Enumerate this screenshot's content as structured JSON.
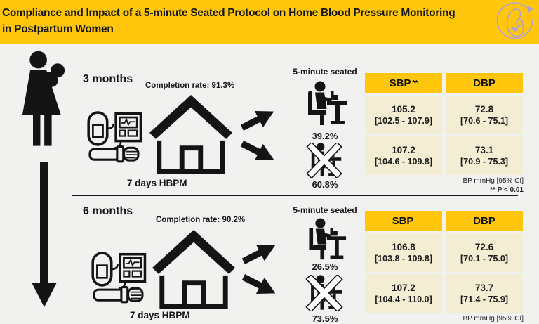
{
  "colors": {
    "accent_yellow": "#FFC60B",
    "cream": "#F2EDD3",
    "bg": "#F1F1F0",
    "ink": "#161616",
    "logo_lavender": "#B2A4CC"
  },
  "header": {
    "title_line1": "Compliance and Impact of a 5-minute Seated Protocol on Home Blood Pressure Monitoring",
    "title_line2": "in Postpartum Women"
  },
  "icons": {
    "logo": "mother-and-baby-circular-logo",
    "left_figure": "mother-holding-baby-silhouette",
    "timeline": "downward-arrow",
    "device": "blood-pressure-monitor",
    "home": "house-outline",
    "branch": "right-arrows",
    "seated": "person-seated-at-desk",
    "not_seated": "person-seated-crossed-out"
  },
  "sections": [
    {
      "timepoint": "3 months",
      "completion": "Completion rate: 91.3%",
      "hbpm": "7 days HBPM",
      "seated_title": "5-minute seated",
      "seated_pct": "39.2%",
      "not_seated_pct": "60.8%",
      "table": {
        "sbp_header": "SBP",
        "sbp_mark": "**",
        "dbp_header": "DBP",
        "rows": [
          {
            "sbp": "105.2",
            "sbp_ci": "[102.5 - 107.9]",
            "dbp": "72.8",
            "dbp_ci": "[70.6 - 75.1]"
          },
          {
            "sbp": "107.2",
            "sbp_ci": "[104.6 - 109.8]",
            "dbp": "73.1",
            "dbp_ci": "[70.9 - 75.3]"
          }
        ]
      },
      "note_units": "BP mmHg [95% CI]",
      "note_sig": "** P < 0.01"
    },
    {
      "timepoint": "6 months",
      "completion": "Completion rate: 90.2%",
      "hbpm": "7 days HBPM",
      "seated_title": "5-minute seated",
      "seated_pct": "26.5%",
      "not_seated_pct": "73.5%",
      "table": {
        "sbp_header": "SBP",
        "sbp_mark": "",
        "dbp_header": "DBP",
        "rows": [
          {
            "sbp": "106.8",
            "sbp_ci": "[103.8 - 109.8]",
            "dbp": "72.6",
            "dbp_ci": "[70.1 - 75.0]"
          },
          {
            "sbp": "107.2",
            "sbp_ci": "[104.4 - 110.0]",
            "dbp": "73.7",
            "dbp_ci": "[71.4 - 75.9]"
          }
        ]
      },
      "note_units": "BP mmHg [95% CI]"
    }
  ]
}
